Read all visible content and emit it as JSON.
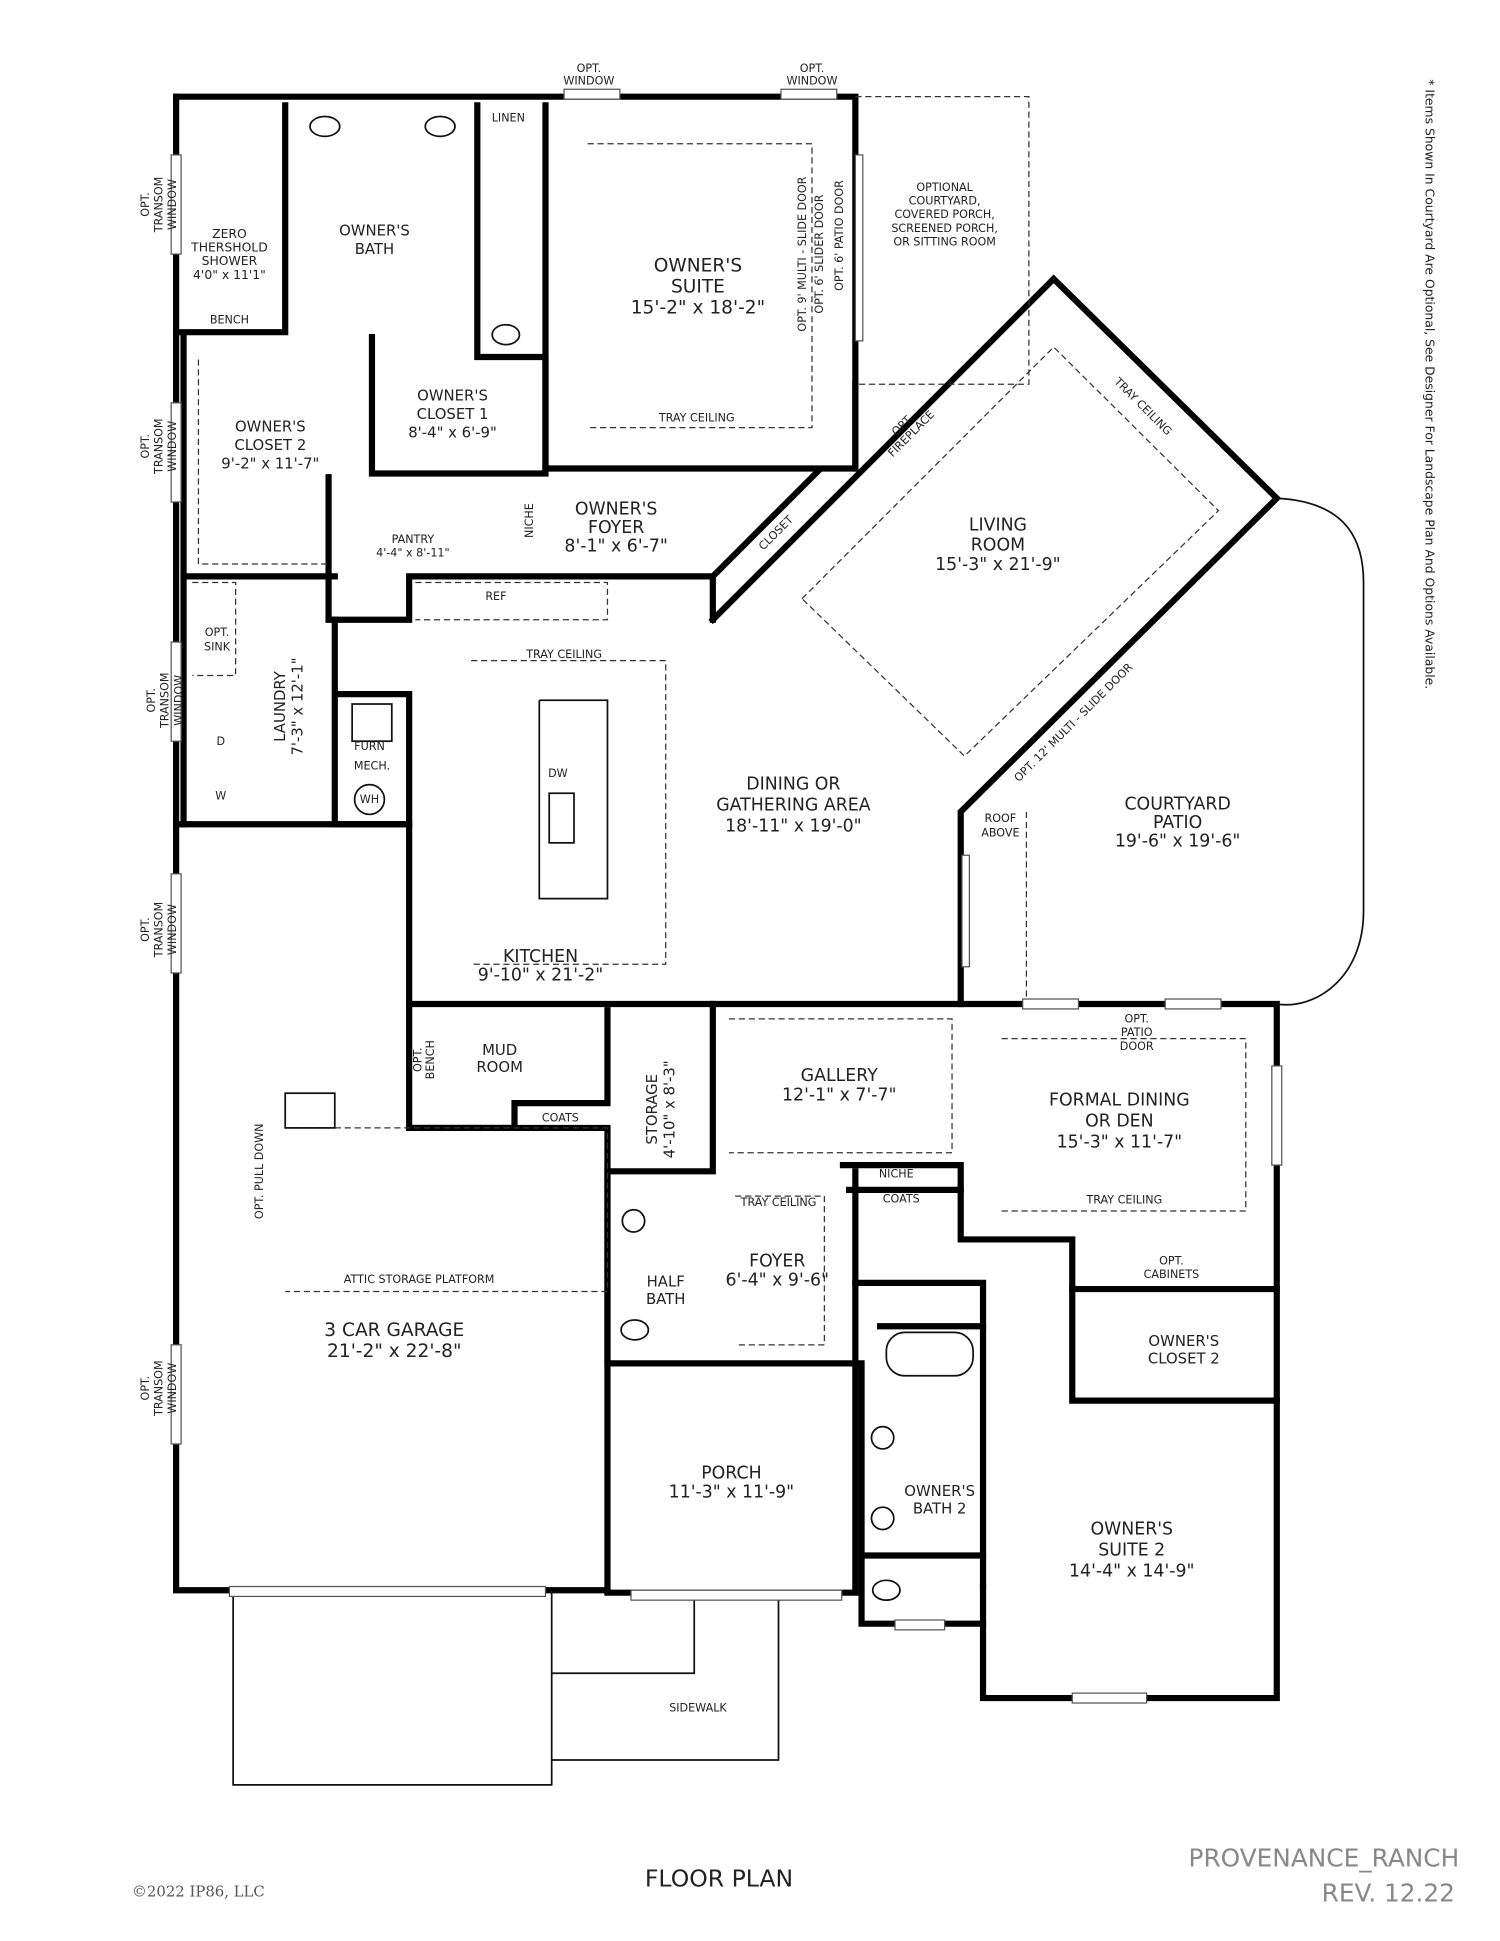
{
  "title": "FLOOR PLAN",
  "plan_name": "PROVENANCE_RANCH",
  "revision": "REV. 12.22",
  "copyright": "©2022 IP86, LLC",
  "note": "* Items Shown In Courtyard Are Optional, See Designer For Landscape Plan And Options Available.",
  "labels": {
    "opt_window_1": [
      "OPT.",
      "WINDOW"
    ],
    "opt_window_2": [
      "OPT.",
      "WINDOW"
    ],
    "linen": [
      "LINEN"
    ],
    "owners_bath": [
      "OWNER'S",
      "BATH"
    ],
    "shower": [
      "ZERO",
      "THERSHOLD",
      "SHOWER",
      "4'0\" x 11'1\""
    ],
    "bench": [
      "BENCH"
    ],
    "owners_suite": [
      "OWNER'S",
      "SUITE",
      "15'-2\" x 18'-2\""
    ],
    "opt_multi_slide": [
      "OPT. 9' MULTI - SLIDE DOOR"
    ],
    "opt_slider": [
      "OPT. 6' SLIDER DOOR"
    ],
    "opt_patio_door_v": [
      "OPT. 6' PATIO DOOR"
    ],
    "tray_suite": [
      "TRAY CEILING"
    ],
    "optional_courtyard": [
      "OPTIONAL",
      "COURTYARD,",
      "COVERED PORCH,",
      "SCREENED PORCH,",
      "OR SITTING ROOM"
    ],
    "owners_closet_1": [
      "OWNER'S",
      "CLOSET 1",
      "8'-4\" x 6'-9\""
    ],
    "owners_closet_2": [
      "OWNER'S",
      "CLOSET 2",
      "9'-2\" x 11'-7\""
    ],
    "pantry": [
      "PANTRY",
      "4'-4\" x 8'-11\""
    ],
    "niche_1": [
      "NICHE"
    ],
    "owners_foyer": [
      "OWNER'S",
      "FOYER",
      "8'-1\" x 6'-7\""
    ],
    "closet": [
      "CLOSET"
    ],
    "opt_fireplace": [
      "OPT.",
      "FIREPLACE"
    ],
    "tray_living": [
      "TRAY CEILING"
    ],
    "living_room": [
      "LIVING",
      "ROOM",
      "15'-3\" x 21'-9\""
    ],
    "ref": [
      "REF"
    ],
    "opt_sink": [
      "OPT.",
      "SINK"
    ],
    "laundry": [
      "LAUNDRY",
      "7'-3\" x 12'-1\""
    ],
    "furn": [
      "FURN"
    ],
    "mech": [
      "MECH."
    ],
    "wh": [
      "WH"
    ],
    "dryer": [
      "D"
    ],
    "washer": [
      "W"
    ],
    "dw": [
      "DW"
    ],
    "tray_kitchen": [
      "TRAY CEILING"
    ],
    "dining": [
      "DINING OR",
      "GATHERING AREA",
      "18'-11\" x 19'-0\""
    ],
    "opt_12_slide": [
      "OPT. 12' MULTI - SLIDE DOOR"
    ],
    "roof_above": [
      "ROOF",
      "ABOVE"
    ],
    "courtyard_patio": [
      "COURTYARD",
      "PATIO",
      "19'-6\" x 19'-6\""
    ],
    "kitchen": [
      "KITCHEN",
      "9'-10\" x 21'-2\""
    ],
    "transom_1": [
      "OPT.",
      "TRANSOM",
      "WINDOW"
    ],
    "transom_2": [
      "OPT.",
      "TRANSOM",
      "WINDOW"
    ],
    "transom_3": [
      "OPT.",
      "TRANSOM",
      "WINDOW"
    ],
    "transom_4": [
      "OPT.",
      "TRANSOM",
      "WINDOW"
    ],
    "transom_5": [
      "OPT.",
      "TRANSOM",
      "WINDOW"
    ],
    "mud_room": [
      "MUD",
      "ROOM"
    ],
    "opt_bench": [
      "OPT.",
      "BENCH"
    ],
    "coats_1": [
      "COATS"
    ],
    "storage": [
      "STORAGE",
      "4'-10\" x 8'-3\""
    ],
    "gallery": [
      "GALLERY",
      "12'-1\" x 7'-7\""
    ],
    "opt_patio_door": [
      "OPT.",
      "PATIO",
      "DOOR"
    ],
    "formal_dining": [
      "FORMAL DINING",
      "OR DEN",
      "15'-3\" x 11'-7\""
    ],
    "tray_dining": [
      "TRAY CEILING"
    ],
    "niche_2": [
      "NICHE"
    ],
    "coats_2": [
      "COATS"
    ],
    "opt_pull_down": [
      "OPT. PULL DOWN"
    ],
    "attic": [
      "ATTIC STORAGE PLATFORM"
    ],
    "tray_foyer": [
      "TRAY CEILING"
    ],
    "foyer": [
      "FOYER",
      "6'-4\" x 9'-6\""
    ],
    "half_bath": [
      "HALF",
      "BATH"
    ],
    "opt_cabinets": [
      "OPT.",
      "CABINETS"
    ],
    "garage": [
      "3 CAR GARAGE",
      "21'-2\" x 22'-8\""
    ],
    "owners_closet_2b": [
      "OWNER'S",
      "CLOSET 2"
    ],
    "porch": [
      "PORCH",
      "11'-3\" x 11'-9\""
    ],
    "owners_bath_2": [
      "OWNER'S",
      "BATH 2"
    ],
    "owners_suite_2": [
      "OWNER'S",
      "SUITE 2",
      "14'-4\" x 14'-9\""
    ],
    "sidewalk": [
      "SIDEWALK"
    ]
  }
}
